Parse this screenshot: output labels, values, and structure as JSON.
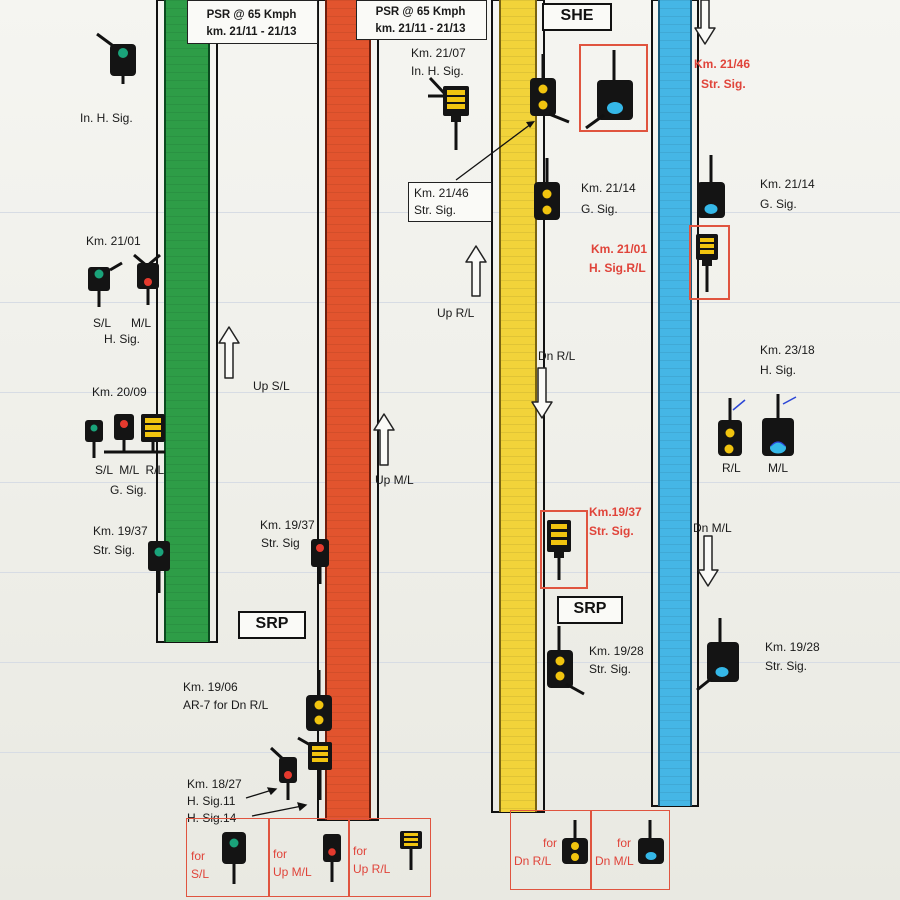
{
  "psr_left": {
    "line1": "PSR @ 65 Kmph",
    "line2": "km. 21/11 - 21/13"
  },
  "psr_right": {
    "line1": "PSR @ 65 Kmph",
    "line2": "km. 21/11 - 21/13"
  },
  "she_label": "SHE",
  "srp_left": "SRP",
  "srp_right": "SRP",
  "labels": {
    "in_h_sig_left": "In. H. Sig.",
    "km_21_01": "Km. 21/01",
    "sl": "S/L",
    "ml": "M/L",
    "h_sig": "H. Sig.",
    "km_20_09": "Km. 20/09",
    "sl_ml_rl": "S/L  M/L  R/L",
    "g_sig": "G. Sig.",
    "km_19_37_left": "Km. 19/37",
    "str_sig_left": "Str. Sig.",
    "up_sl": "Up S/L",
    "km_19_37_mid": "Km. 19/37",
    "str_sig_mid": "Str. Sig",
    "up_ml": "Up M/L",
    "km_19_06": "Km. 19/06",
    "ar7": "AR-7 for Dn R/L",
    "km_18_27": "Km. 18/27",
    "h_sig_11": "H. Sig.11",
    "h_sig_14": "H. Sig.14",
    "km_21_07": "Km. 21/07",
    "in_h_sig_mid": "In. H. Sig.",
    "km_21_46_box": "Km. 21/46",
    "str_sig_box": "Str. Sig.",
    "up_rl": "Up R/L",
    "dn_rl": "Dn R/L",
    "km_21_14_a": "Km. 21/14",
    "g_sig_a": "G. Sig.",
    "km_19_37_red": "Km.19/37",
    "str_sig_red": "Str. Sig.",
    "km_19_28_a": "Km. 19/28",
    "str_sig_a": "Str. Sig.",
    "km_21_46_red": "Km. 21/46",
    "str_sig_red2": "Str. Sig.",
    "km_21_14_b": "Km. 21/14",
    "g_sig_b": "G. Sig.",
    "km_21_01_red": "Km. 21/01",
    "h_sig_rl_red": "H. Sig.R/L",
    "km_23_18": "Km. 23/18",
    "h_sig_b": "H. Sig.",
    "rl": "R/L",
    "ml_b": "M/L",
    "dn_ml": "Dn M/L",
    "km_19_28_b": "Km. 19/28",
    "str_sig_b": "Str. Sig."
  },
  "legend": {
    "for1": "for",
    "for1_line": "S/L",
    "for2": "for",
    "for2_line": "Up M/L",
    "for3": "for",
    "for3_line": "Up R/L",
    "for4": "for",
    "for4_line": "Dn R/L",
    "for5": "for",
    "for5_line": "Dn M/L"
  },
  "colors": {
    "track_sl": "#2e9d47",
    "track_ml_up": "#e2542e",
    "track_rl": "#f2d33a",
    "track_ml_dn": "#45b6e6",
    "signal_red": "#e53a2e",
    "signal_green": "#1aa37a",
    "signal_yellow": "#f1c40f",
    "signal_blue": "#35b8e8",
    "annotation_red": "#e0443a"
  }
}
